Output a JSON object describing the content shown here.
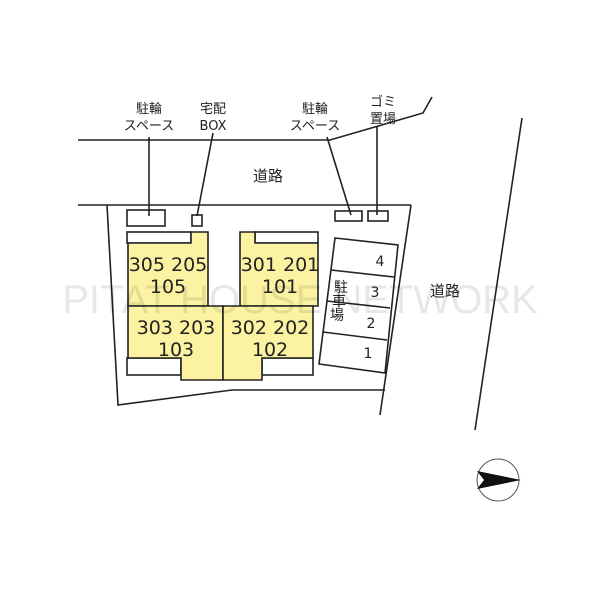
{
  "labels": {
    "bike_left": [
      "駐輪",
      "スペース"
    ],
    "delivery_box": [
      "宅配",
      "BOX"
    ],
    "bike_right": [
      "駐輪",
      "スペース"
    ],
    "garbage": [
      "ゴミ",
      "置場"
    ],
    "road_top": "道路",
    "road_right": "道路",
    "parking": [
      "駐",
      "車",
      "場"
    ]
  },
  "units": {
    "ne": [
      "305 205",
      "105"
    ],
    "nw": [
      "301 201",
      "101"
    ],
    "se": [
      "303 203",
      "103"
    ],
    "sw": [
      "302 202",
      "102"
    ]
  },
  "parking_spaces": [
    "4",
    "3",
    "2",
    "1"
  ],
  "watermark": "PITAT HOUSE NETWORK",
  "colors": {
    "building": "#fbf3a2"
  }
}
